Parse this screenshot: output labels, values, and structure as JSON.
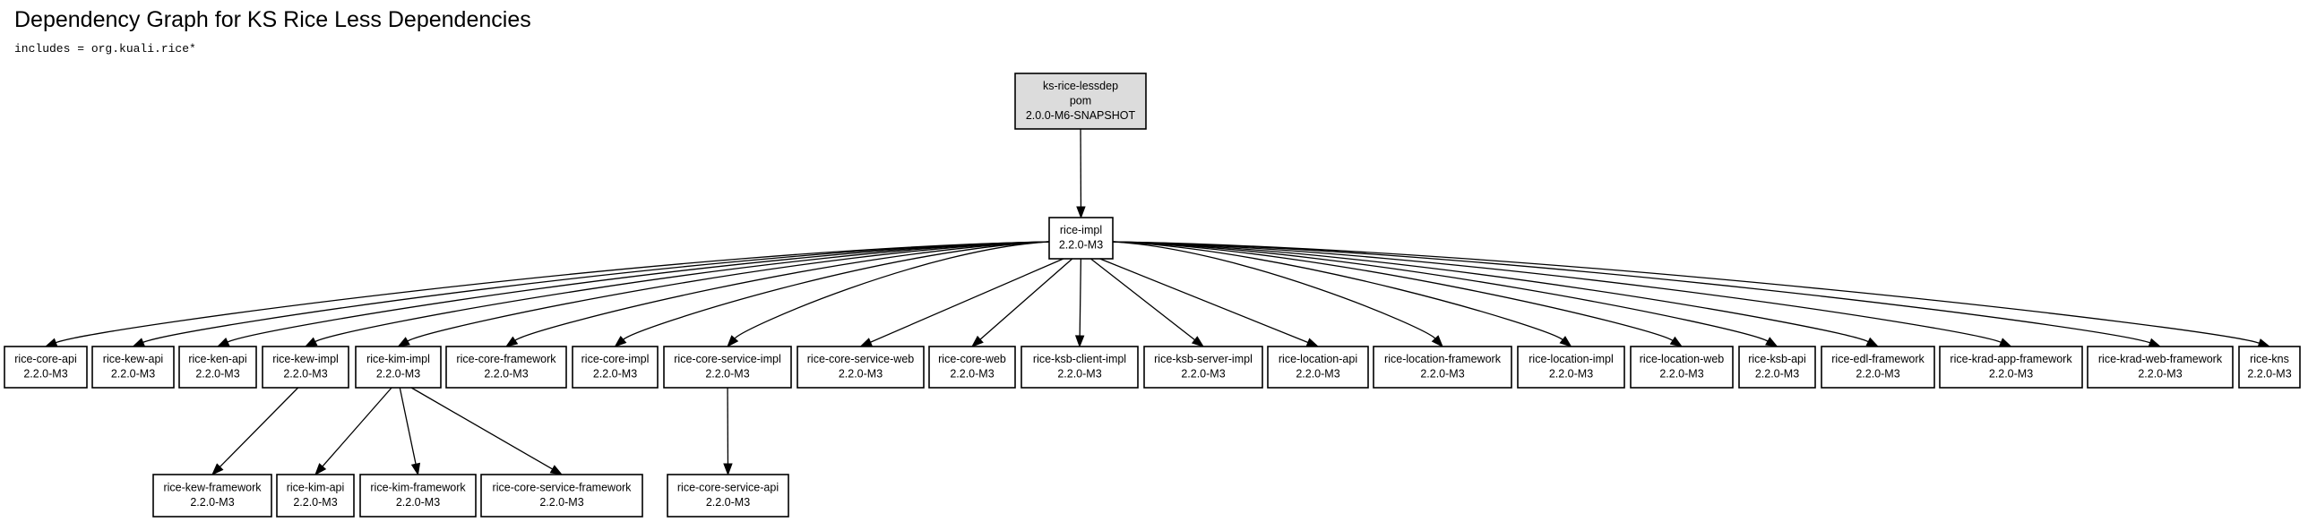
{
  "header": {
    "title": "Dependency Graph for KS Rice Less Dependencies",
    "includes": "includes = org.kuali.rice*"
  },
  "graph": {
    "nodes": [
      {
        "id": "root",
        "lines": [
          "ks-rice-lessdep",
          "pom",
          "2.0.0-M6-SNAPSHOT"
        ],
        "highlight": true
      },
      {
        "id": "rice-impl",
        "lines": [
          "rice-impl",
          "2.2.0-M3"
        ]
      },
      {
        "id": "rice-core-api",
        "lines": [
          "rice-core-api",
          "2.2.0-M3"
        ]
      },
      {
        "id": "rice-kew-api",
        "lines": [
          "rice-kew-api",
          "2.2.0-M3"
        ]
      },
      {
        "id": "rice-ken-api",
        "lines": [
          "rice-ken-api",
          "2.2.0-M3"
        ]
      },
      {
        "id": "rice-kew-impl",
        "lines": [
          "rice-kew-impl",
          "2.2.0-M3"
        ]
      },
      {
        "id": "rice-kim-impl",
        "lines": [
          "rice-kim-impl",
          "2.2.0-M3"
        ]
      },
      {
        "id": "rice-core-framework",
        "lines": [
          "rice-core-framework",
          "2.2.0-M3"
        ]
      },
      {
        "id": "rice-core-impl",
        "lines": [
          "rice-core-impl",
          "2.2.0-M3"
        ]
      },
      {
        "id": "rice-core-service-impl",
        "lines": [
          "rice-core-service-impl",
          "2.2.0-M3"
        ]
      },
      {
        "id": "rice-core-service-web",
        "lines": [
          "rice-core-service-web",
          "2.2.0-M3"
        ]
      },
      {
        "id": "rice-core-web",
        "lines": [
          "rice-core-web",
          "2.2.0-M3"
        ]
      },
      {
        "id": "rice-ksb-client-impl",
        "lines": [
          "rice-ksb-client-impl",
          "2.2.0-M3"
        ]
      },
      {
        "id": "rice-ksb-server-impl",
        "lines": [
          "rice-ksb-server-impl",
          "2.2.0-M3"
        ]
      },
      {
        "id": "rice-location-api",
        "lines": [
          "rice-location-api",
          "2.2.0-M3"
        ]
      },
      {
        "id": "rice-location-framework",
        "lines": [
          "rice-location-framework",
          "2.2.0-M3"
        ]
      },
      {
        "id": "rice-location-impl",
        "lines": [
          "rice-location-impl",
          "2.2.0-M3"
        ]
      },
      {
        "id": "rice-location-web",
        "lines": [
          "rice-location-web",
          "2.2.0-M3"
        ]
      },
      {
        "id": "rice-ksb-api",
        "lines": [
          "rice-ksb-api",
          "2.2.0-M3"
        ]
      },
      {
        "id": "rice-edl-framework",
        "lines": [
          "rice-edl-framework",
          "2.2.0-M3"
        ]
      },
      {
        "id": "rice-krad-app-framework",
        "lines": [
          "rice-krad-app-framework",
          "2.2.0-M3"
        ]
      },
      {
        "id": "rice-krad-web-framework",
        "lines": [
          "rice-krad-web-framework",
          "2.2.0-M3"
        ]
      },
      {
        "id": "rice-kns",
        "lines": [
          "rice-kns",
          "2.2.0-M3"
        ]
      },
      {
        "id": "rice-kew-framework",
        "lines": [
          "rice-kew-framework",
          "2.2.0-M3"
        ]
      },
      {
        "id": "rice-kim-api",
        "lines": [
          "rice-kim-api",
          "2.2.0-M3"
        ]
      },
      {
        "id": "rice-kim-framework",
        "lines": [
          "rice-kim-framework",
          "2.2.0-M3"
        ]
      },
      {
        "id": "rice-core-service-framework",
        "lines": [
          "rice-core-service-framework",
          "2.2.0-M3"
        ]
      },
      {
        "id": "rice-core-service-api",
        "lines": [
          "rice-core-service-api",
          "2.2.0-M3"
        ]
      }
    ],
    "edges": [
      [
        "root",
        "rice-impl"
      ],
      [
        "rice-impl",
        "rice-core-api"
      ],
      [
        "rice-impl",
        "rice-kew-api"
      ],
      [
        "rice-impl",
        "rice-ken-api"
      ],
      [
        "rice-impl",
        "rice-kew-impl"
      ],
      [
        "rice-impl",
        "rice-kim-impl"
      ],
      [
        "rice-impl",
        "rice-core-framework"
      ],
      [
        "rice-impl",
        "rice-core-impl"
      ],
      [
        "rice-impl",
        "rice-core-service-impl"
      ],
      [
        "rice-impl",
        "rice-core-service-web"
      ],
      [
        "rice-impl",
        "rice-core-web"
      ],
      [
        "rice-impl",
        "rice-ksb-client-impl"
      ],
      [
        "rice-impl",
        "rice-ksb-server-impl"
      ],
      [
        "rice-impl",
        "rice-location-api"
      ],
      [
        "rice-impl",
        "rice-location-framework"
      ],
      [
        "rice-impl",
        "rice-location-impl"
      ],
      [
        "rice-impl",
        "rice-location-web"
      ],
      [
        "rice-impl",
        "rice-ksb-api"
      ],
      [
        "rice-impl",
        "rice-edl-framework"
      ],
      [
        "rice-impl",
        "rice-krad-app-framework"
      ],
      [
        "rice-impl",
        "rice-krad-web-framework"
      ],
      [
        "rice-impl",
        "rice-kns"
      ],
      [
        "rice-kew-impl",
        "rice-kew-framework"
      ],
      [
        "rice-kim-impl",
        "rice-kim-api"
      ],
      [
        "rice-kim-impl",
        "rice-kim-framework"
      ],
      [
        "rice-kim-impl",
        "rice-core-service-framework"
      ],
      [
        "rice-core-service-impl",
        "rice-core-service-api"
      ]
    ]
  }
}
